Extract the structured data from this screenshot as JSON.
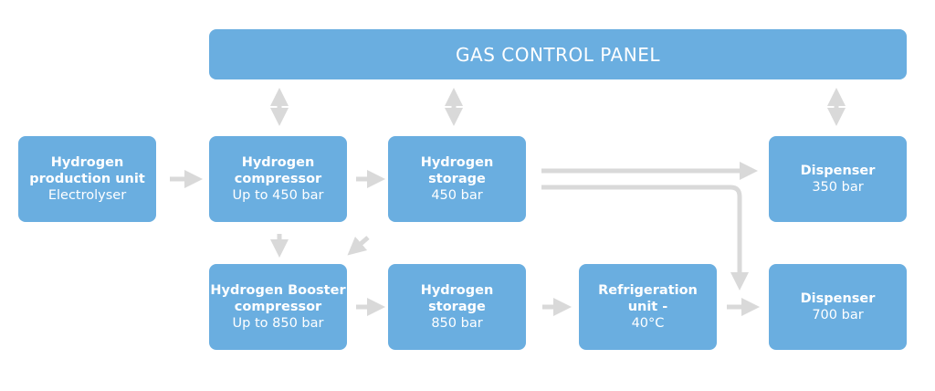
{
  "colors": {
    "box": "#6aaee0",
    "arrow": "#d9d9d9",
    "text": "#ffffff"
  },
  "panel": {
    "label": "GAS CONTROL PANEL"
  },
  "nodes": {
    "production": {
      "title_1": "Hydrogen",
      "title_2": "production unit",
      "sub": "Electrolyser"
    },
    "compressor": {
      "title_1": "Hydrogen",
      "title_2": "compressor",
      "sub": "Up to 450 bar"
    },
    "storage450": {
      "title_1": "Hydrogen",
      "title_2": "storage",
      "sub": "450 bar"
    },
    "dispenser350": {
      "title_1": "Dispenser",
      "sub": "350 bar"
    },
    "booster": {
      "title_1": "Hydrogen Booster",
      "title_2": "compressor",
      "sub": "Up to 850 bar"
    },
    "storage850": {
      "title_1": "Hydrogen",
      "title_2": "storage",
      "sub": "850 bar"
    },
    "refrigeration": {
      "title_1": "Refrigeration",
      "title_2": "unit -",
      "sub": "40°C"
    },
    "dispenser700": {
      "title_1": "Dispenser",
      "sub": "700 bar"
    }
  },
  "connections": [
    {
      "from": "production",
      "to": "compressor",
      "type": "one-way"
    },
    {
      "from": "compressor",
      "to": "storage450",
      "type": "one-way"
    },
    {
      "from": "storage450",
      "to": "dispenser350",
      "type": "one-way"
    },
    {
      "from": "storage450",
      "to": "dispenser700",
      "type": "one-way"
    },
    {
      "from": "compressor",
      "to": "booster",
      "type": "one-way"
    },
    {
      "from": "storage450",
      "to": "booster",
      "type": "one-way"
    },
    {
      "from": "booster",
      "to": "storage850",
      "type": "one-way"
    },
    {
      "from": "storage850",
      "to": "refrigeration",
      "type": "one-way"
    },
    {
      "from": "refrigeration",
      "to": "dispenser700",
      "type": "one-way"
    },
    {
      "from": "panel",
      "to": "compressor",
      "type": "two-way"
    },
    {
      "from": "panel",
      "to": "storage450",
      "type": "two-way"
    },
    {
      "from": "panel",
      "to": "dispenser350",
      "type": "two-way"
    }
  ]
}
